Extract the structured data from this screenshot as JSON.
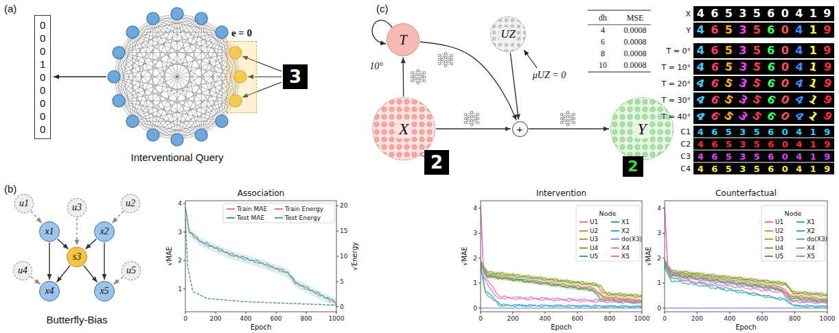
{
  "diagram": {
    "nodes": [
      {
        "text": [
          "0 0 0 1 0 0 0 0 0"
        ]
      },
      {
        "text": [
          "e = 0"
        ]
      },
      {
        "text": [
          "T"
        ]
      },
      {
        "text": [
          "UZ"
        ]
      },
      {
        "text": [
          "X"
        ]
      },
      {
        "text": [
          "+"
        ]
      },
      {
        "text": [
          "Y"
        ]
      },
      {
        "text": [
          "u1"
        ]
      },
      {
        "text": [
          "u3"
        ]
      },
      {
        "text": [
          "u2"
        ]
      },
      {
        "text": [
          "x1"
        ]
      },
      {
        "text": [
          "x2"
        ]
      },
      {
        "text": [
          "s3"
        ]
      },
      {
        "text": [
          "u4"
        ]
      },
      {
        "text": [
          "x4"
        ]
      },
      {
        "text": [
          "u5"
        ]
      },
      {
        "text": [
          "x5"
        ]
      }
    ],
    "edges": [
      {
        "from": 4,
        "to": 2,
        "arrow": "to"
      },
      {
        "from": 2,
        "to": 5,
        "arrow": "to"
      },
      {
        "from": 3,
        "to": 5,
        "arrow": "to"
      },
      {
        "from": 4,
        "to": 5,
        "arrow": "to"
      },
      {
        "from": 5,
        "to": 6,
        "arrow": "to"
      },
      {
        "from": 7,
        "to": 10,
        "arrow": "to"
      },
      {
        "from": 9,
        "to": 11,
        "arrow": "to"
      },
      {
        "from": 8,
        "to": 12,
        "arrow": "to"
      },
      {
        "from": 10,
        "to": 12,
        "arrow": "to"
      },
      {
        "from": 11,
        "to": 12,
        "arrow": "to"
      },
      {
        "from": 10,
        "to": 14,
        "arrow": "to"
      },
      {
        "from": 12,
        "to": 14,
        "arrow": "to"
      },
      {
        "from": 13,
        "to": 14,
        "arrow": "to"
      },
      {
        "from": 11,
        "to": 16,
        "arrow": "to"
      },
      {
        "from": 12,
        "to": 16,
        "arrow": "to"
      },
      {
        "from": 15,
        "to": 16,
        "arrow": "to"
      }
    ],
    "labels": [
      "(a)",
      "Interventional Query",
      "3",
      "(c)",
      "10°",
      "μUZ = 0",
      "dh",
      "MSE",
      "4",
      "0.0008",
      "6",
      "0.0008",
      "8",
      "0.0008",
      "10",
      "0.0008",
      "2",
      "2",
      "X",
      "4653560419",
      "Y",
      "4653560419",
      "T = 0°",
      "4653560419",
      "T = 10°",
      "4653560419",
      "T = 20°",
      "4653560419",
      "T = 30°",
      "4653560419",
      "T = 40°",
      "4653560419",
      "C1",
      "4653560419",
      "C2",
      "4653560419",
      "C3",
      "4653560419",
      "C4",
      "4653560419",
      "(b)",
      "Butterfly-Bias",
      "Association",
      "√MAE",
      "√Energy",
      "Epoch",
      "1",
      "2",
      "3",
      "4",
      "0",
      "5",
      "10",
      "15",
      "20",
      "0",
      "200",
      "400",
      "600",
      "800",
      "1000",
      "Intervention",
      "√MAE",
      "Epoch",
      "0",
      "1",
      "2",
      "3",
      "4",
      "0",
      "200",
      "400",
      "600",
      "800",
      "1000",
      "Node",
      "Counterfactual",
      "√MAE",
      "Epoch",
      "0",
      "1",
      "2",
      "3",
      "4",
      "0",
      "200",
      "400",
      "600",
      "800",
      "1000",
      "Node"
    ],
    "legend": [
      {
        "text": "Train MAE",
        "color": "#f77189"
      },
      {
        "text": "Train Energy",
        "color": "#f77189"
      },
      {
        "text": "Test MAE",
        "color": "#36ada4"
      },
      {
        "text": "Test Energy",
        "color": "#36ada4"
      },
      {
        "text": "U1",
        "color": "#f77189"
      },
      {
        "text": "X1",
        "color": "#36ada4"
      },
      {
        "text": "U2",
        "color": "#dc8932"
      },
      {
        "text": "X2",
        "color": "#38a9c5"
      },
      {
        "text": "U3",
        "color": "#ae9d31"
      },
      {
        "text": "do(X3)",
        "color": "#6e9bf4"
      },
      {
        "text": "U4",
        "color": "#77ab31"
      },
      {
        "text": "X4",
        "color": "#cc7af4"
      },
      {
        "text": "U5",
        "color": "#33b07a"
      },
      {
        "text": "X5",
        "color": "#f565cc"
      },
      {
        "text": "U1",
        "color": "#f77189"
      },
      {
        "text": "X1",
        "color": "#36ada4"
      },
      {
        "text": "U2",
        "color": "#dc8932"
      },
      {
        "text": "X2",
        "color": "#38a9c5"
      },
      {
        "text": "U3",
        "color": "#ae9d31"
      },
      {
        "text": "do(X3)",
        "color": "#6e9bf4"
      },
      {
        "text": "U4",
        "color": "#77ab31"
      },
      {
        "text": "X4",
        "color": "#cc7af4"
      },
      {
        "text": "U5",
        "color": "#33b07a"
      },
      {
        "text": "X5",
        "color": "#f565cc"
      }
    ]
  }
}
